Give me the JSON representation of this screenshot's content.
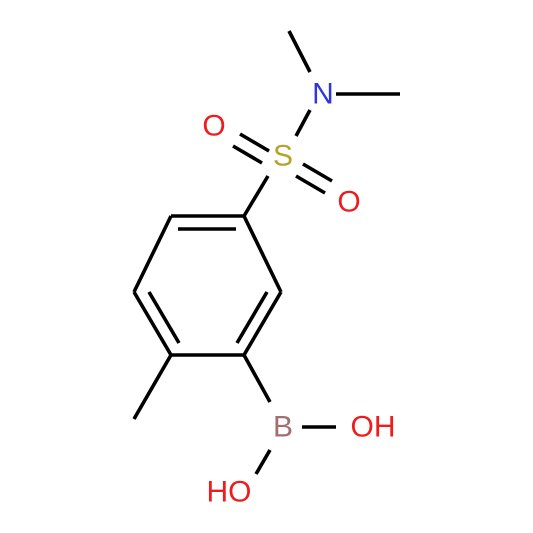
{
  "molecule": {
    "atoms": {
      "N": {
        "label": "N",
        "color": "#2f36d6"
      },
      "S": {
        "label": "S",
        "color": "#b3a42b"
      },
      "O1": {
        "label": "O",
        "color": "#ee1c1c"
      },
      "O2": {
        "label": "O",
        "color": "#ee1c1c"
      },
      "B": {
        "label": "B",
        "color": "#a06f6f"
      },
      "OH1": {
        "label": "OH",
        "color": "#ee1c1c"
      },
      "OH2": {
        "label": "HO",
        "color": "#ee1c1c"
      }
    },
    "bond_color": "#000000"
  }
}
